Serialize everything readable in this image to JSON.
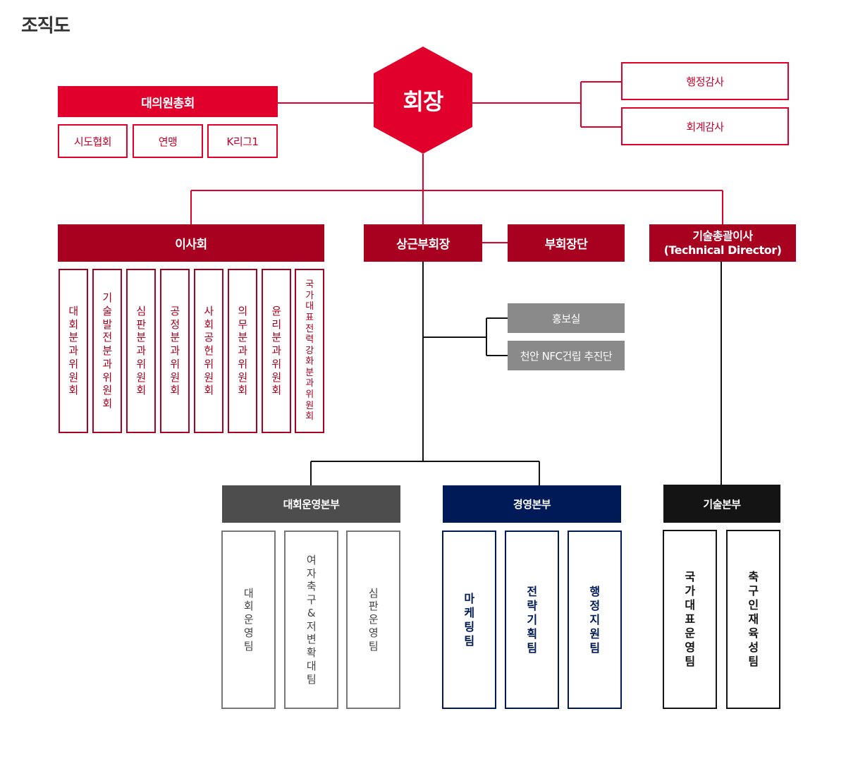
{
  "page_title": "조직도",
  "president": "회장",
  "assembly": {
    "label": "대의원총회",
    "members": [
      "시도협회",
      "연맹",
      "K리그1"
    ]
  },
  "audits": [
    "행정감사",
    "회계감사"
  ],
  "board": {
    "label": "이사회",
    "committees": [
      "대회분과위원회",
      "기술발전분과위원회",
      "심판분과위원회",
      "공정분과위원회",
      "사회공헌위원회",
      "의무분과위원회",
      "윤리분과위원회",
      "국가대표전력강화분과위원회"
    ]
  },
  "standing_vp": "상근부회장",
  "vice_presidents": "부회장단",
  "technical_director": {
    "line1": "기술총괄이사",
    "line2": "(Technical Director)"
  },
  "staff_units": [
    "홍보실",
    "천안 NFC건립 추진단"
  ],
  "divisions": {
    "competition": {
      "label": "대회운영본부",
      "teams": [
        "대회운영팀",
        "여자축구 & 저변확대팀",
        "심판운영팀"
      ]
    },
    "management": {
      "label": "경영본부",
      "teams": [
        "마케팅팀",
        "전략기획팀",
        "행정지원팀"
      ]
    },
    "technical": {
      "label": "기술본부",
      "teams": [
        "국가대표 운영팀",
        "축구인재육성팀"
      ]
    }
  },
  "colors": {
    "red": "#e0002b",
    "dark_red": "#a8001f",
    "gray": "#8a8a8a",
    "charcoal": "#4d4d4d",
    "navy": "#001a57",
    "black": "#141414"
  }
}
